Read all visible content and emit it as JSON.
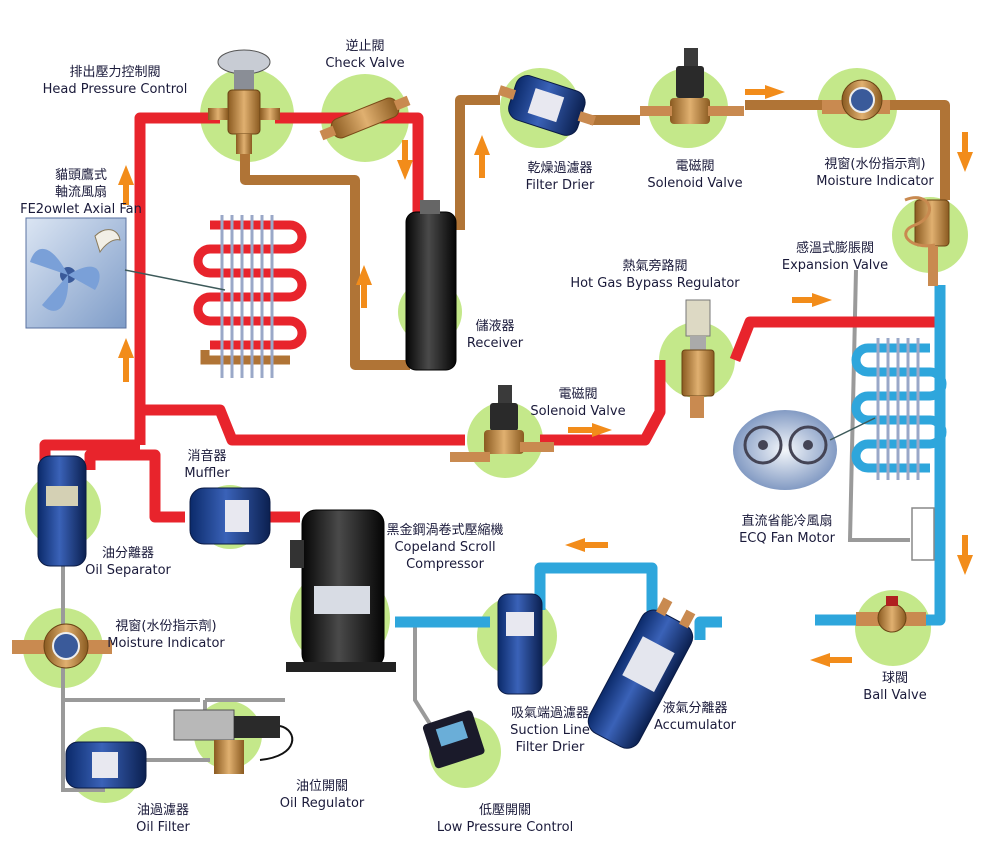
{
  "components": {
    "head_pressure_control": {
      "zh": "排出壓力控制閥",
      "en": "Head Pressure Control"
    },
    "check_valve": {
      "zh": "逆止閥",
      "en": "Check Valve"
    },
    "filter_drier": {
      "zh": "乾燥過濾器",
      "en": "Filter Drier"
    },
    "solenoid_valve_top": {
      "zh": "電磁閥",
      "en": "Solenoid Valve"
    },
    "moisture_indicator_top": {
      "zh": "視窗(水份指示劑)",
      "en": "Moisture Indicator"
    },
    "axial_fan": {
      "zh1": "貓頭鷹式",
      "zh2": "軸流風扇",
      "en": "FE2owlet Axial Fan"
    },
    "receiver": {
      "zh": "儲液器",
      "en": "Receiver"
    },
    "hot_gas_bypass": {
      "zh": "熱氣旁路閥",
      "en": "Hot Gas Bypass Regulator"
    },
    "expansion_valve": {
      "zh": "感溫式膨脹閥",
      "en": "Expansion Valve"
    },
    "solenoid_valve_mid": {
      "zh": "電磁閥",
      "en": "Solenoid Valve"
    },
    "ecq_fan_motor": {
      "zh": "直流省能冷風扇",
      "en": "ECQ Fan Motor"
    },
    "muffler": {
      "zh": "消音器",
      "en": "Muffler"
    },
    "oil_separator": {
      "zh": "油分離器",
      "en": "Oil Separator"
    },
    "compressor": {
      "zh": "黑金鋼渦卷式壓縮機",
      "en1": "Copeland Scroll",
      "en2": "Compressor"
    },
    "moisture_indicator_bottom": {
      "zh": "視窗(水份指示劑)",
      "en": "Moisture Indicator"
    },
    "suction_filter_drier": {
      "zh": "吸氣端過濾器",
      "en1": "Suction Line",
      "en2": "Filter Drier"
    },
    "accumulator": {
      "zh": "液氣分離器",
      "en": "Accumulator"
    },
    "ball_valve": {
      "zh": "球閥",
      "en": "Ball Valve"
    },
    "oil_regulator": {
      "zh": "油位開關",
      "en": "Oil Regulator"
    },
    "oil_filter": {
      "zh": "油過濾器",
      "en": "Oil Filter"
    },
    "low_pressure_control": {
      "zh": "低壓開關",
      "en": "Low Pressure Control"
    }
  },
  "colors": {
    "hot_gas_pipe": "#e8242c",
    "liquid_pipe": "#b07436",
    "suction_pipe": "#2ea6dc",
    "oil_line": "#9a9a9a",
    "highlight_circle": "#c4e88a",
    "flow_arrow": "#f28c1a",
    "coil": "#9aa8c8"
  }
}
